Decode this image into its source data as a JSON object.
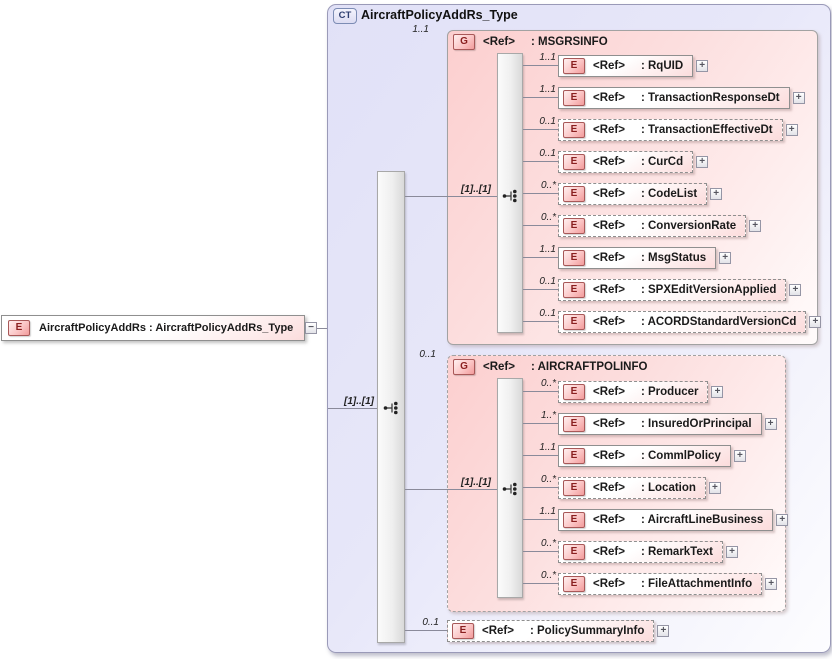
{
  "glyphs": {
    "expand": "+",
    "collapse": "−"
  },
  "colors": {
    "container_lavender": "#e1e1f7",
    "group_pink": "#fccfcf",
    "badge_red": "#8a1f1f",
    "line_gray": "#8a8a9a"
  },
  "root_element": {
    "badge": "E",
    "label": "AircraftPolicyAddRs : AircraftPolicyAddRs_Type"
  },
  "ct": {
    "badge": "CT",
    "title": "AircraftPolicyAddRs_Type",
    "root_cardinality": "[1]..[1]",
    "groups": [
      {
        "badge": "G",
        "ref": "<Ref>",
        "name": ": MSGRSINFO",
        "cardinality": "1..1",
        "inner_cardinality": "[1]..[1]",
        "elements": [
          {
            "badge": "E",
            "ref": "<Ref>",
            "name": ": RqUID",
            "cardinality": "1..1"
          },
          {
            "badge": "E",
            "ref": "<Ref>",
            "name": ": TransactionResponseDt",
            "cardinality": "1..1"
          },
          {
            "badge": "E",
            "ref": "<Ref>",
            "name": ": TransactionEffectiveDt",
            "cardinality": "0..1"
          },
          {
            "badge": "E",
            "ref": "<Ref>",
            "name": ": CurCd",
            "cardinality": "0..1"
          },
          {
            "badge": "E",
            "ref": "<Ref>",
            "name": ": CodeList",
            "cardinality": "0..*"
          },
          {
            "badge": "E",
            "ref": "<Ref>",
            "name": ": ConversionRate",
            "cardinality": "0..*"
          },
          {
            "badge": "E",
            "ref": "<Ref>",
            "name": ": MsgStatus",
            "cardinality": "1..1"
          },
          {
            "badge": "E",
            "ref": "<Ref>",
            "name": ": SPXEditVersionApplied",
            "cardinality": "0..1"
          },
          {
            "badge": "E",
            "ref": "<Ref>",
            "name": ": ACORDStandardVersionCd",
            "cardinality": "0..1"
          }
        ]
      },
      {
        "badge": "G",
        "ref": "<Ref>",
        "name": ": AIRCRAFTPOLINFO",
        "cardinality": "0..1",
        "inner_cardinality": "[1]..[1]",
        "elements": [
          {
            "badge": "E",
            "ref": "<Ref>",
            "name": ": Producer",
            "cardinality": "0..*"
          },
          {
            "badge": "E",
            "ref": "<Ref>",
            "name": ": InsuredOrPrincipal",
            "cardinality": "1..*"
          },
          {
            "badge": "E",
            "ref": "<Ref>",
            "name": ": CommlPolicy",
            "cardinality": "1..1"
          },
          {
            "badge": "E",
            "ref": "<Ref>",
            "name": ": Location",
            "cardinality": "0..*"
          },
          {
            "badge": "E",
            "ref": "<Ref>",
            "name": ": AircraftLineBusiness",
            "cardinality": "1..1"
          },
          {
            "badge": "E",
            "ref": "<Ref>",
            "name": ": RemarkText",
            "cardinality": "0..*"
          },
          {
            "badge": "E",
            "ref": "<Ref>",
            "name": ": FileAttachmentInfo",
            "cardinality": "0..*"
          }
        ]
      }
    ],
    "trailing_element": {
      "badge": "E",
      "ref": "<Ref>",
      "name": ": PolicySummaryInfo",
      "cardinality": "0..1"
    }
  }
}
